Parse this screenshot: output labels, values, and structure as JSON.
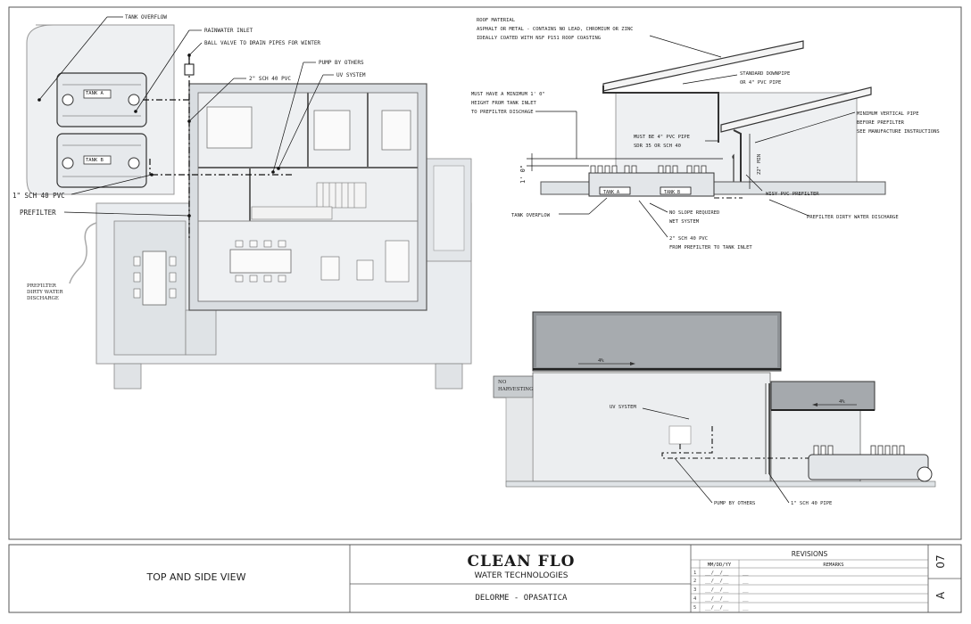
{
  "top_view": {
    "labels": {
      "tank_overflow": "TANK OVERFLOW",
      "rainwater_inlet": "RAINWATER INLET",
      "ball_valve": "BALL VALVE TO DRAIN PIPES FOR WINTER",
      "pump_by_others": "PUMP BY OTHERS",
      "uv_system": "UV SYSTEM",
      "sch40_2in": "2\" SCH 40 PVC",
      "sch40_1in": "1\" SCH 40 PVC",
      "prefilter": "PREFILTER",
      "prefilter_discharge_1": "PREFILTER",
      "prefilter_discharge_2": "DIRTY WATER",
      "prefilter_discharge_3": "DISCHARGE",
      "tank_a": "TANK A",
      "tank_b": "TANK B"
    }
  },
  "side_view": {
    "labels": {
      "roof_material_1": "ROOF MATERIAL",
      "roof_material_2": "ASPHALT OR METAL - CONTAINS NO LEAD, CHROMIUM OR ZINC",
      "roof_material_3": "IDEALLY COATED WITH NSF P151 ROOF COASTING",
      "downpipe_1": "STANDARD DOWNPIPE",
      "downpipe_2": "OR 4\" PVC PIPE",
      "min_height_1": "MUST HAVE A MINIMUM 1' 0\"",
      "min_height_2": "HEIGHT FROM TANK INLET",
      "min_height_3": "TO PREFILTER DISCHAGE",
      "min_vertical_1": "MINIMUM VERTICAL PIPE",
      "min_vertical_2": "BEFORE PREFILTER",
      "min_vertical_3": "SEE MANUFACTURE INSTRUCTIONS",
      "pvc_pipe_1": "MUST BE 4\" PVC PIPE",
      "pvc_pipe_2": "SDR 35 OR SCH 40",
      "dim_1ft": "1' 0\"",
      "dim_22in": "22\" MIN",
      "wisy": "WISY PVC PREFILTER",
      "tank_overflow": "TANK OVERFLOW",
      "no_slope_1": "NO SLOPE REQUIRED",
      "no_slope_2": "WET SYSTEM",
      "dirty_discharge": "PREFILTER DIRTY WATER DISCHARGE",
      "sch40_1": "2\" SCH 40 PVC",
      "sch40_2": "FROM PREFILTER TO TANK INLET",
      "tank_a": "TANK A",
      "tank_b": "TANK B"
    }
  },
  "elevation": {
    "labels": {
      "no_harvesting_1": "NO",
      "no_harvesting_2": "HARVESTING",
      "uv_system": "UV SYSTEM",
      "pump_by_others": "PUMP BY OTHERS",
      "sch40_pipe": "1\" SCH 40 PIPE",
      "slope_1": "4%",
      "slope_2": "4%"
    }
  },
  "title_block": {
    "view_title": "TOP AND SIDE VIEW",
    "company_logo": "CLEAN FLO",
    "company_sub": "WATER TECHNOLOGIES",
    "project": "DELORME - OPASATICA",
    "revisions_title": "REVISIONS",
    "col_date": "MM/DD/YY",
    "col_remarks": "REMARKS",
    "rows": [
      {
        "num": "1",
        "date": "__/__/__",
        "remark": "__"
      },
      {
        "num": "2",
        "date": "__/__/__",
        "remark": "__"
      },
      {
        "num": "3",
        "date": "__/__/__",
        "remark": "__"
      },
      {
        "num": "4",
        "date": "__/__/__",
        "remark": "__"
      },
      {
        "num": "5",
        "date": "__/__/__",
        "remark": "__"
      }
    ],
    "sheet_number": "07",
    "sheet_letter": "A"
  }
}
